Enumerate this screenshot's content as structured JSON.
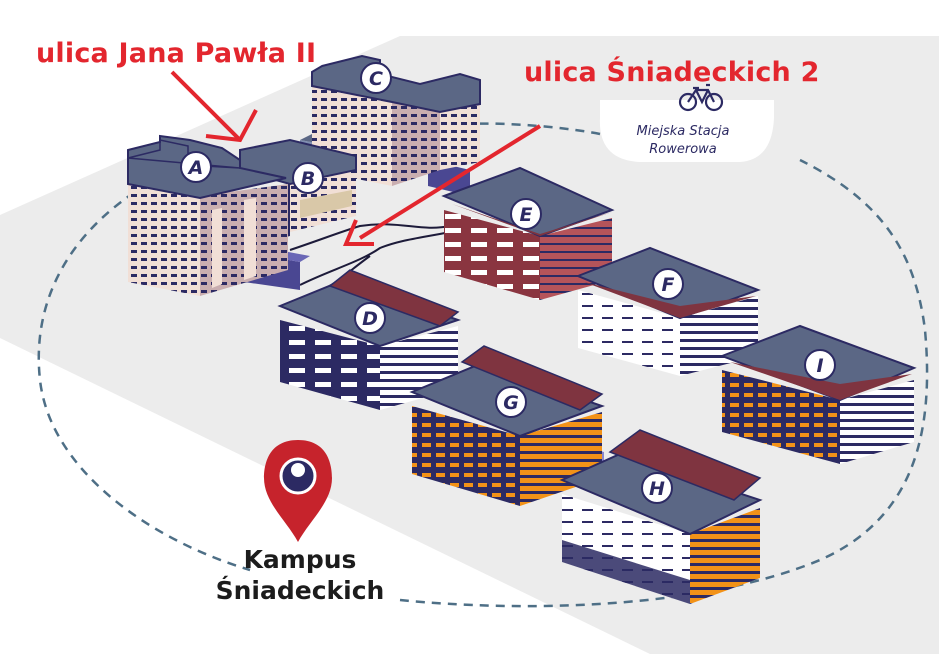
{
  "streets": {
    "jana_pawla": "ulica Jana Pawła II",
    "sniadeckich": "ulica Śniadeckich 2"
  },
  "bike_station": {
    "icon": "bicycle-icon",
    "line1": "Miejska Stacja",
    "line2": "Rowerowa"
  },
  "campus": {
    "line1": "Kampus",
    "line2": "Śniadeckich",
    "icon": "map-pin-icon"
  },
  "buildings": [
    {
      "id": "A",
      "label": "A"
    },
    {
      "id": "B",
      "label": "B"
    },
    {
      "id": "C",
      "label": "C"
    },
    {
      "id": "D",
      "label": "D"
    },
    {
      "id": "E",
      "label": "E"
    },
    {
      "id": "F",
      "label": "F"
    },
    {
      "id": "G",
      "label": "G"
    },
    {
      "id": "H",
      "label": "H"
    },
    {
      "id": "I",
      "label": "I"
    }
  ],
  "colors": {
    "accent_red": "#e3262e",
    "navy": "#2c2a63",
    "roof_blue": "#5b6785",
    "roof_maroon": "#7f3440",
    "orange": "#f29218",
    "pink": "#f1dfd6",
    "path_dash": "#4e6f86"
  }
}
